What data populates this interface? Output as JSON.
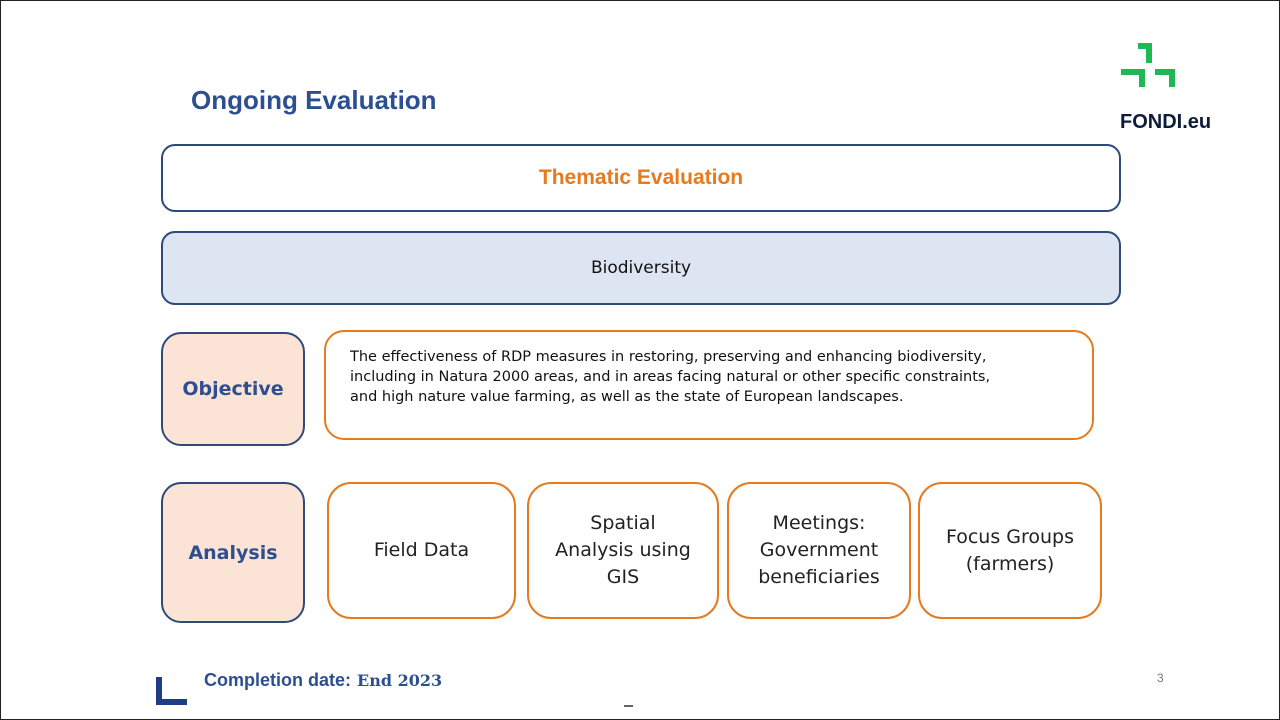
{
  "title": "Ongoing Evaluation",
  "logo": {
    "text": "FONDI.eu",
    "color": "#1db954"
  },
  "theme_bar": {
    "label": "Thematic Evaluation"
  },
  "topic_bar": {
    "label": "Biodiversity"
  },
  "objective": {
    "label": "Objective",
    "lines": [
      "The effectiveness of RDP measures in restoring, preserving and enhancing biodiversity,",
      "including in Natura 2000 areas, and in areas facing natural or other specific constraints,",
      "and high nature value farming, as well as the state of European landscapes."
    ]
  },
  "analysis": {
    "label": "Analysis",
    "cards": [
      [
        "Field Data"
      ],
      [
        "Spatial",
        "Analysis using",
        "GIS"
      ],
      [
        "Meetings:",
        "Government",
        "beneficiaries"
      ],
      [
        "Focus Groups",
        "(farmers)"
      ]
    ]
  },
  "completion": {
    "label": "Completion date:",
    "value": "End 2023"
  },
  "page_number": "3",
  "colors": {
    "navy": "#2d4f91",
    "orange": "#e57a1f",
    "light_blue": "#dde5f2",
    "peach": "#fbe4d5"
  }
}
